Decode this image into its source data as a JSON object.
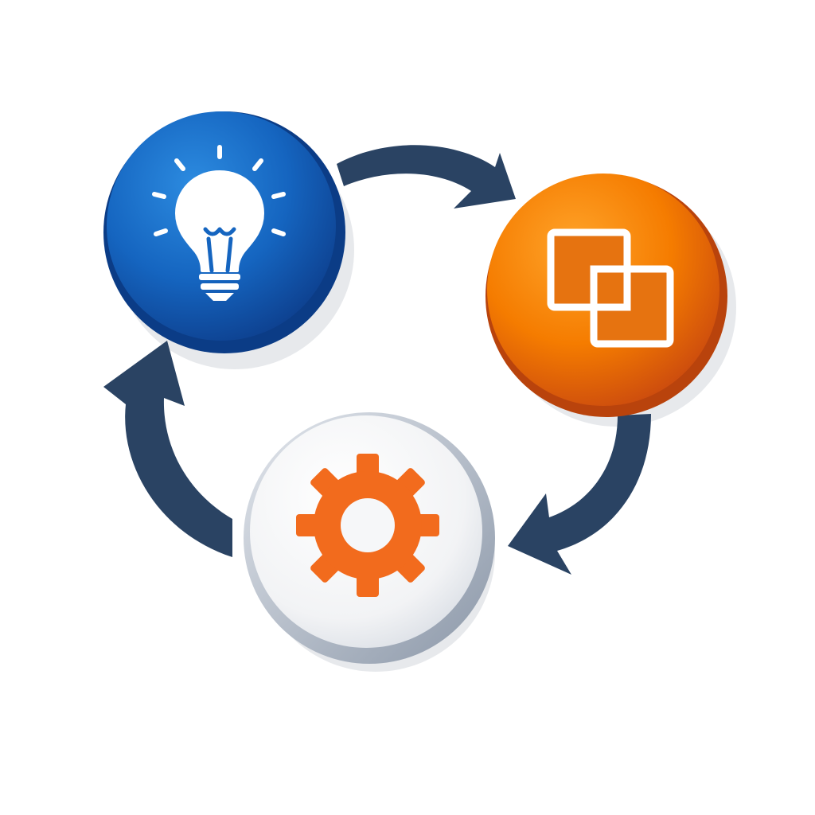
{
  "diagram": {
    "type": "cycle",
    "nodes": [
      {
        "id": "idea",
        "icon": "lightbulb-icon",
        "fill": "#1565C0"
      },
      {
        "id": "design",
        "icon": "overlapping-squares-icon",
        "fill": "#F57C00"
      },
      {
        "id": "build",
        "icon": "gear-icon",
        "fill": "#F2F3F5",
        "icon_color": "#F26B1D"
      }
    ],
    "arrows": [
      {
        "from": "idea",
        "to": "design"
      },
      {
        "from": "design",
        "to": "build"
      },
      {
        "from": "build",
        "to": "idea"
      }
    ],
    "colors": {
      "arrow": "#2A4363",
      "blue_dark": "#0D3E8C",
      "blue_light": "#2C8BE0",
      "orange_dark": "#C9480F",
      "orange_light": "#FFA42A",
      "white_rim": "#8B97A8"
    }
  }
}
